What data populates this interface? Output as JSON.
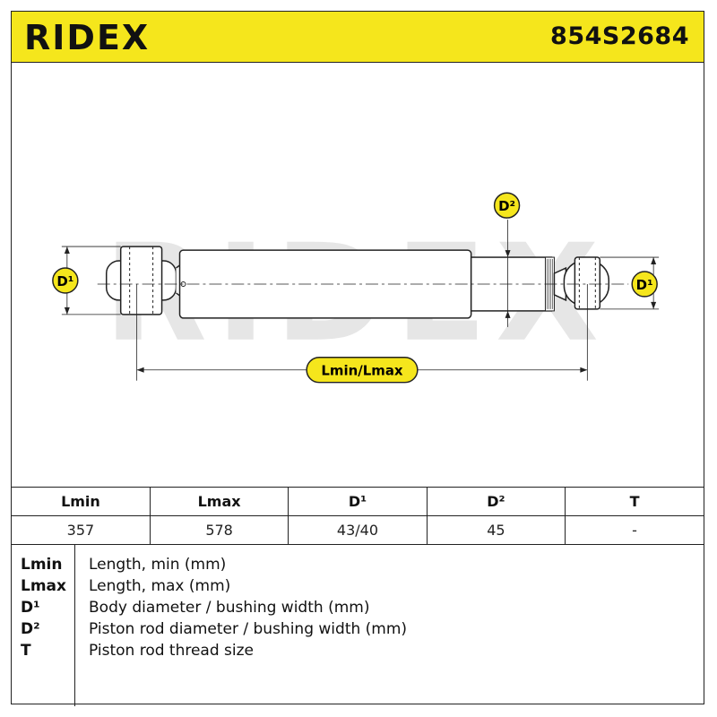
{
  "header": {
    "brand": "RIDEX",
    "part_number": "854S2684"
  },
  "drawing": {
    "watermark": "RIDEX",
    "labels": {
      "d1_left": "D¹",
      "d1_right": "D¹",
      "d2": "D²",
      "length": "Lmin/Lmax"
    }
  },
  "specs": {
    "headers": [
      "Lmin",
      "Lmax",
      "D¹",
      "D²",
      "T"
    ],
    "values": [
      "357",
      "578",
      "43/40",
      "45",
      "-"
    ]
  },
  "legend": [
    {
      "key": "Lmin",
      "desc": "Length, min (mm)"
    },
    {
      "key": "Lmax",
      "desc": "Length, max (mm)"
    },
    {
      "key": "D¹",
      "desc": "Body diameter / bushing width (mm)"
    },
    {
      "key": "D²",
      "desc": "Piston rod diameter / bushing width (mm)"
    },
    {
      "key": "T",
      "desc": "Piston rod thread size"
    }
  ],
  "colors": {
    "header_yellow": "#f5e61c",
    "label_yellow": "#f5e61c",
    "watermark": "#e6e6e6"
  }
}
